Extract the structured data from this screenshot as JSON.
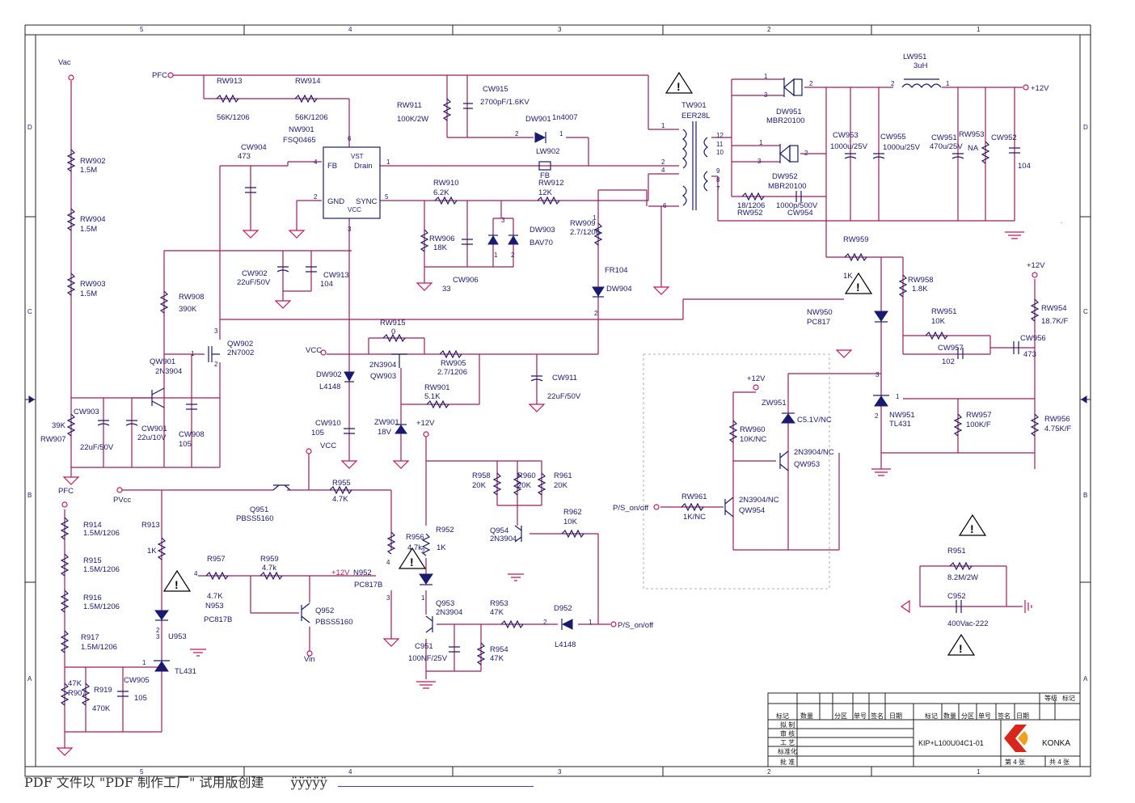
{
  "frame": {
    "col_top": [
      "5",
      "4",
      "3",
      "2",
      "1"
    ],
    "row_left": [
      "D",
      "C",
      "B",
      "A"
    ]
  },
  "nets": {
    "vac": "Vac",
    "pfc_top": "PFC",
    "pfc_left": "PFC",
    "vcc1": "VCC",
    "vcc2": "VCC",
    "pvcc": "PVcc",
    "vin": "Vin",
    "p12_out": "+12V",
    "p12_r": "+12V",
    "p12_zw": "+12V",
    "p12_zw901": "+12V",
    "p12_n952": "+12V",
    "ps_onoff_1": "P/S_on/off",
    "ps_onoff_2": "P/S_on/off"
  },
  "components": {
    "rw913": "RW913",
    "rw913v": "56K/1206",
    "rw914": "RW914",
    "rw914v": "56K/1206",
    "nw901": "NW901",
    "nw901v": "FSQ0465",
    "cw904": "CW904",
    "cw904v": "473",
    "rw911": "RW911",
    "rw911v": "100K/2W",
    "cw915": "CW915",
    "cw915v": "2700pF/1.6KV",
    "dw901": "DW901",
    "dw901v": "1n4007",
    "lw902": "LW902",
    "fb": "FB",
    "rw910": "RW910",
    "rw910v": "6.2K",
    "rw912": "RW912",
    "rw912v": "12K",
    "rw906": "RW906",
    "rw906v": "18K",
    "cw906": "CW906",
    "cw906v": "33",
    "dw903": "DW903",
    "dw903v": "BAV70",
    "rw909": "RW909",
    "rw909v": "2.7/1206",
    "fr104": "FR104",
    "dw904": "DW904",
    "tw901": "TW901",
    "tw901v": "EER28L",
    "rw902": "RW902",
    "rw902v": "1.5M",
    "rw904": "RW904",
    "rw904v": "1.5M",
    "rw903": "RW903",
    "rw903v": "1.5M",
    "rw908": "RW908",
    "rw908v": "390K",
    "cw902": "CW902",
    "cw902v": "22uF/50V",
    "cw913": "CW913",
    "cw913v": "104",
    "qw902": "QW902",
    "qw902v": "2N7002",
    "qw901": "QW901",
    "qw901v": "2N3904",
    "rw907v": "39K",
    "rw907": "RW907",
    "cw903": "CW903",
    "cw903v": "22uF/50V",
    "cw901": "CW901",
    "cw901v": "22u/10V",
    "cw908": "CW908",
    "cw908v": "105",
    "rw915": "RW915",
    "rw915v": "0",
    "rw905": "RW905",
    "rw905v": "2.7/1206",
    "qw903v": "2N3904",
    "qw903": "QW903",
    "cw911": "CW911",
    "cw911v": "22uF/50V",
    "dw902": "DW902",
    "dw902v": "L4148",
    "rw901": "RW901",
    "rw901v": "5.1K",
    "cw910": "CW910",
    "cw910v": "105",
    "zw901": "ZW901",
    "zw901v": "18V",
    "dw951": "DW951",
    "dw951v": "MBR20100",
    "dw952": "DW952",
    "dw952v": "MBR20100",
    "rw952v": "18/1206",
    "rw952": "RW952",
    "cw954v": "1000p/500V",
    "cw954": "CW954",
    "lw951": "LW951",
    "lw951v": "3uH",
    "cw953": "CW953",
    "cw953v": "1000u/25V",
    "cw955": "CW955",
    "cw955v": "1000u/25V",
    "cw951": "CW951",
    "cw951v": "470u/25V",
    "rw953": "RW953",
    "rw953v": "NA",
    "cw952": "CW952",
    "cw952v": "104",
    "rw959": "RW959",
    "rw959v": "1K",
    "rw958": "RW958",
    "rw958v": "1.8K",
    "nw950": "NW950",
    "nw950v": "PC817",
    "rw951": "RW951",
    "rw951v": "10K",
    "cw957": "CW957",
    "cw957v": "102",
    "cw956": "CW956",
    "cw956v": "473",
    "rw954": "RW954",
    "rw954v": "18.7K/F",
    "nw951": "NW951",
    "nw951v": "TL431",
    "rw957": "RW957",
    "rw957v": "100K/F",
    "rw956": "RW956",
    "rw956v": "4.75K/F",
    "zw951": "ZW951",
    "zw951v": "C5.1V/NC",
    "rw960": "RW960",
    "rw960v": "10K/NC",
    "qw953v": "2N3904/NC",
    "qw953": "QW953",
    "rw961": "RW961",
    "rw961v": "1K/NC",
    "qw954v": "2N3904/NC",
    "qw954": "QW954",
    "r951": "R951",
    "r951v": "8.2M/2W",
    "c952": "C952",
    "c952v": "400Vac-222",
    "r914": "R914",
    "r914v": "1.5M/1206",
    "r915": "R915",
    "r915v": "1.5M/1206",
    "r916": "R916",
    "r916v": "1.5M/1206",
    "r917": "R917",
    "r917v": "1.5M/1206",
    "r907v": "47K",
    "r907": "R907",
    "r919": "R919",
    "r919v": "470K",
    "cw905": "CW905",
    "cw905v": "105",
    "r913": "R913",
    "r913v": "1K",
    "u953": "U953",
    "tl431": "TL431",
    "r957": "R957",
    "r957v": "4.7K",
    "n953": "N953",
    "n953v": "PC817B",
    "r959": "R959",
    "r959v": "4.7k",
    "n952": "N952",
    "q952": "Q952",
    "q952v": "PBSS5160",
    "q951": "Q951",
    "q951v": "PBSS5160",
    "r955": "R955",
    "r955v": "4.7K",
    "r956": "R956",
    "r956v": "4.7k",
    "r952": "R952",
    "r952v": "1K",
    "pc817b_r": "PC817B",
    "r958": "R958",
    "r958v": "20K",
    "r960": "R960",
    "r960v": "20K",
    "r961": "R961",
    "r961v": "20K",
    "q954": "Q954",
    "q954v": "2N3904",
    "r962": "R962",
    "r962v": "10K",
    "q953": "Q953",
    "q953v": "2N3904",
    "r953": "R953",
    "r953v": "47K",
    "d952": "D952",
    "d952v": "L4148",
    "c951": "C951",
    "c951v": "100NF/25V",
    "r954": "R954",
    "r954v": "47K"
  },
  "ic_pins": {
    "fb": "FB",
    "drain": "Drain",
    "vst": "VST",
    "gnd": "GND",
    "vcc": "VCC",
    "sync": "SYNC"
  },
  "title_block": {
    "grade": "等级",
    "mark": "标记",
    "hdr": [
      "标记",
      "数量",
      "分区",
      "单号",
      "签名",
      "日期",
      "标记",
      "数量",
      "分区",
      "单号",
      "签名",
      "日期"
    ],
    "rows": [
      "拟 制",
      "审 核",
      "工 艺",
      "标准化",
      "批 准"
    ],
    "doc_no": "KIP+L100U04C1-01",
    "company": "KONKA",
    "sheet": "第 4 张",
    "total": "共 4 张"
  },
  "watermark": {
    "text": "PDF 文件以 \"PDF 制作工厂\" 试用版创建",
    "suffix": "ÿÿÿÿÿ"
  },
  "colors": {
    "wire": "#9c1c5e",
    "part": "#1a1a6e",
    "logo": "#d9261c"
  }
}
